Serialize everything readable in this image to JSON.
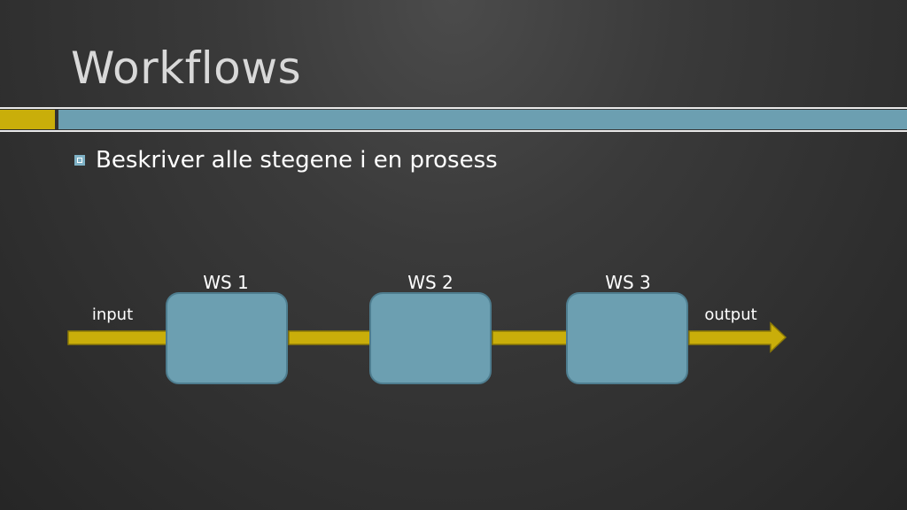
{
  "slide": {
    "title": "Workflows",
    "bullets": [
      "Beskriver alle stegene i en prosess"
    ]
  },
  "diagram": {
    "input_label": "input",
    "output_label": "output",
    "stations": [
      "WS 1",
      "WS 2",
      "WS 3"
    ],
    "colors": {
      "box_fill": "#6c9fb1",
      "box_stroke": "#4e7d8f",
      "arrow_fill": "#c9ae0a",
      "arrow_stroke": "#8c7a07",
      "accent_gold": "#c9ae0a",
      "accent_blue": "#6c9fb1"
    }
  }
}
